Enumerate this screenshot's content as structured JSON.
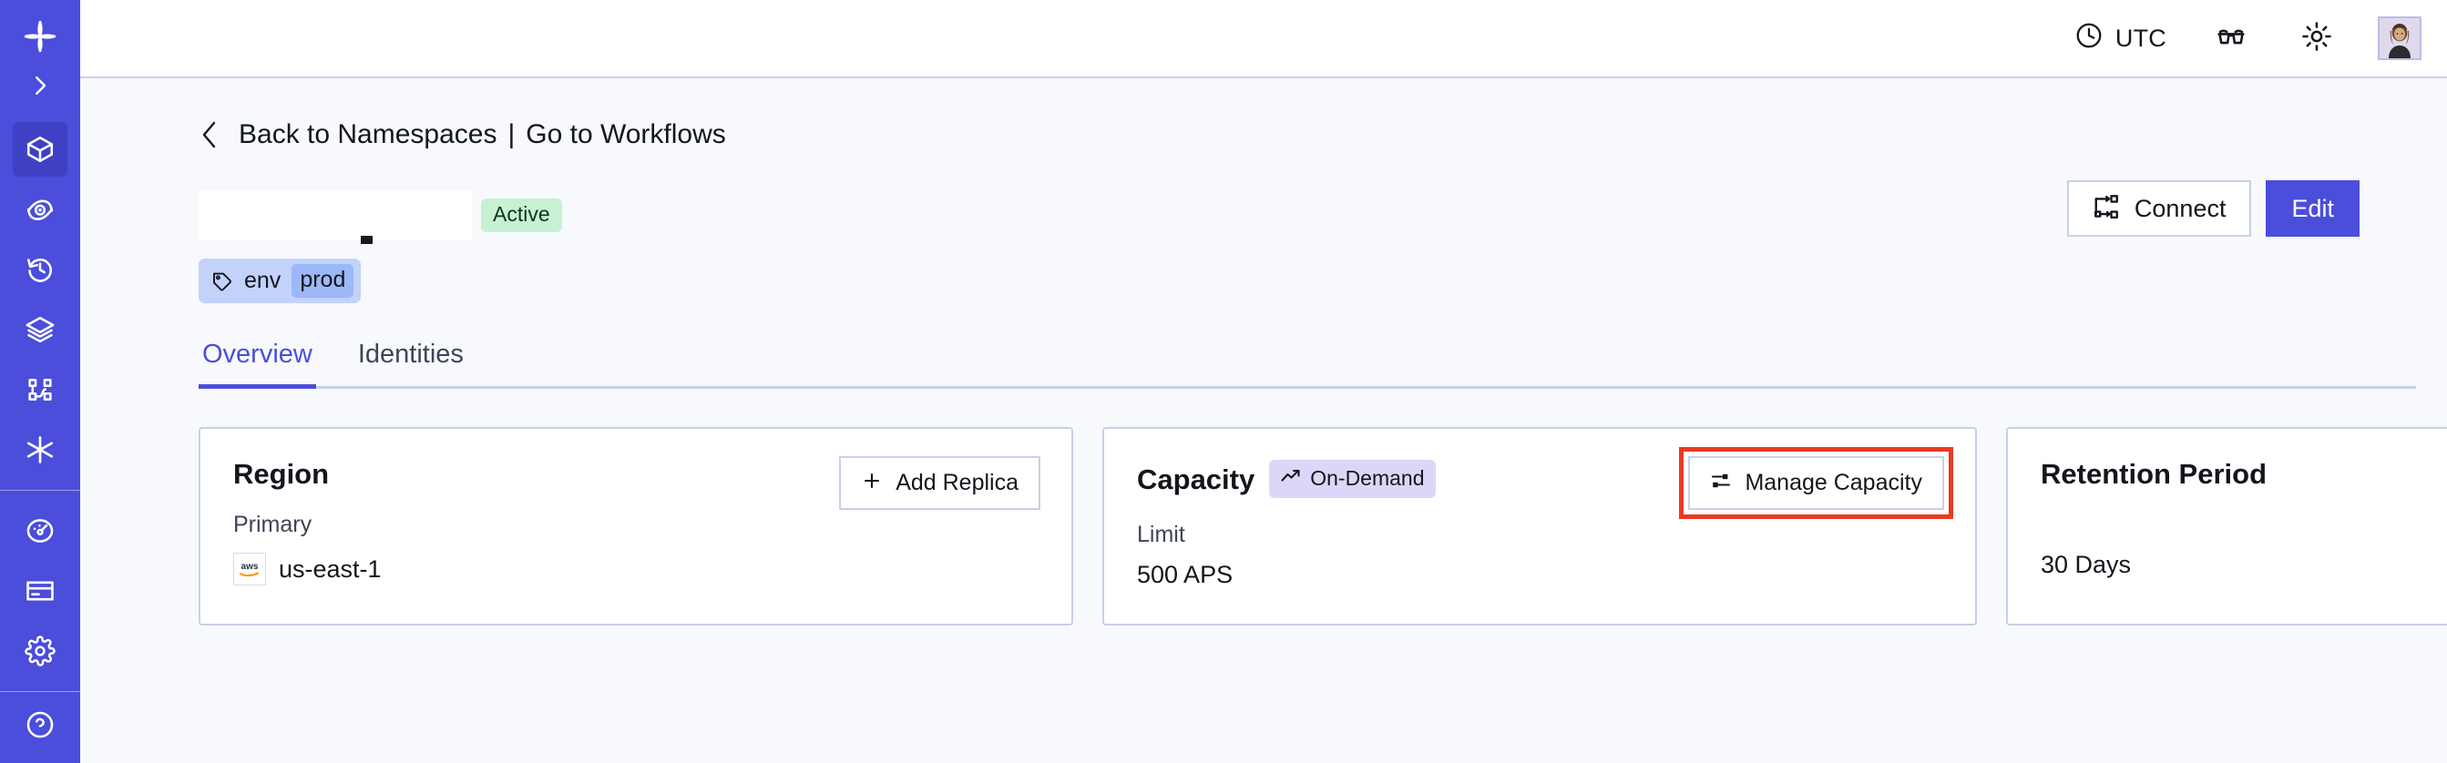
{
  "sidebar": {
    "items": [
      {
        "name": "logo",
        "icon": "temporal-logo-icon",
        "active": false
      },
      {
        "name": "expand",
        "icon": "chevron-right-icon",
        "active": false
      },
      {
        "name": "namespaces",
        "icon": "cube-icon",
        "active": true
      },
      {
        "name": "observability",
        "icon": "eye-icon",
        "active": false
      },
      {
        "name": "history",
        "icon": "clock-rewind-icon",
        "active": false
      },
      {
        "name": "layers",
        "icon": "layers-icon",
        "active": false
      },
      {
        "name": "workflows",
        "icon": "git-branch-icon",
        "active": false
      },
      {
        "name": "integrations",
        "icon": "asterisk-icon",
        "active": false
      },
      {
        "name": "usage",
        "icon": "gauge-icon",
        "active": false
      },
      {
        "name": "billing",
        "icon": "credit-card-icon",
        "active": false
      },
      {
        "name": "settings",
        "icon": "gear-icon",
        "active": false
      }
    ]
  },
  "topbar": {
    "timezone_label": "UTC",
    "clock_icon": "clock-icon",
    "glasses_icon": "glasses-icon",
    "theme_icon": "sun-icon",
    "avatar_icon": "user-avatar"
  },
  "breadcrumb": {
    "back_chevron_icon": "chevron-left-icon",
    "back_label": "Back to Namespaces",
    "separator": "|",
    "forward_label": "Go to Workflows"
  },
  "header": {
    "namespace_name": "",
    "status_badge": "Active",
    "connect_label": "Connect",
    "connect_icon": "network-flow-icon",
    "edit_label": "Edit",
    "tags": [
      {
        "icon": "tag-icon",
        "key": "env",
        "value": "prod"
      }
    ]
  },
  "tabs": [
    {
      "label": "Overview",
      "active": true
    },
    {
      "label": "Identities",
      "active": false
    }
  ],
  "cards": {
    "region": {
      "title": "Region",
      "action_label": "Add Replica",
      "action_icon": "plus-icon",
      "sub_label": "Primary",
      "provider_icon": "aws-logo",
      "value": "us-east-1"
    },
    "capacity": {
      "title": "Capacity",
      "badge_label": "On-Demand",
      "badge_icon": "trending-up-icon",
      "action_label": "Manage Capacity",
      "action_icon": "sliders-icon",
      "sub_label": "Limit",
      "value": "500 APS"
    },
    "retention": {
      "title": "Retention Period",
      "value": "30 Days"
    }
  },
  "annotation": {
    "color": "#ea3a21",
    "target": "Manage Capacity"
  }
}
